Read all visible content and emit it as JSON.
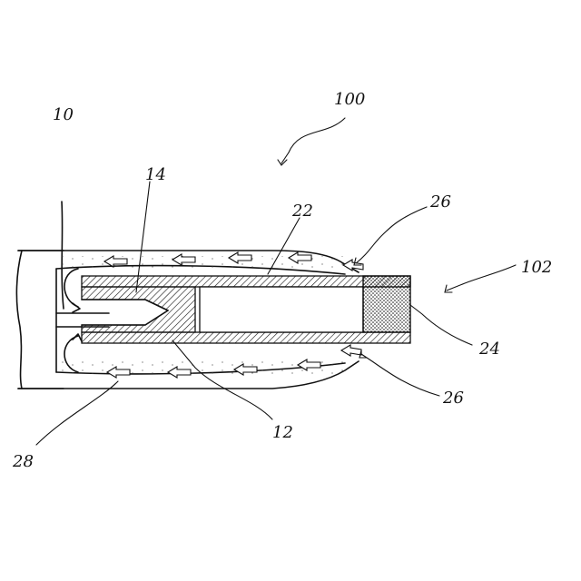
{
  "labels": {
    "ref_100": "100",
    "ref_10": "10",
    "ref_14": "14",
    "ref_22": "22",
    "ref_26_top": "26",
    "ref_102": "102",
    "ref_24": "24",
    "ref_26_bottom": "26",
    "ref_12": "12",
    "ref_28": "28"
  }
}
